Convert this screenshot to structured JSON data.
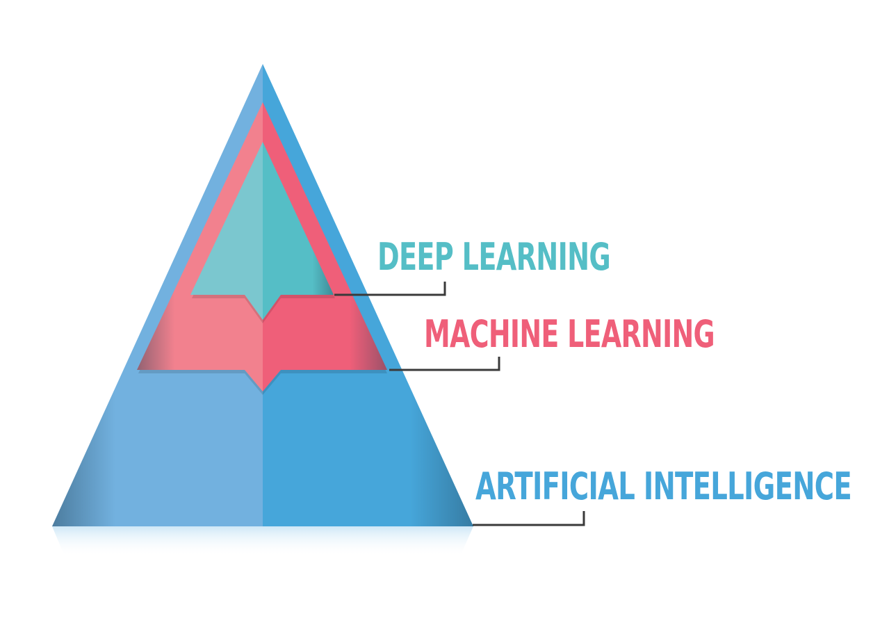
{
  "layers": [
    {
      "id": "ai",
      "label": "ARTIFICIAL INTELLIGENCE",
      "color": "#46a6da",
      "light_color": "#72b1df"
    },
    {
      "id": "ml",
      "label": "MACHINE LEARNING",
      "color": "#ef5f79",
      "light_color": "#f2818e"
    },
    {
      "id": "dl",
      "label": "DEEP LEARNING",
      "color": "#55bec6",
      "light_color": "#7bc7cf"
    }
  ],
  "connector_color": "#3a3a3a"
}
